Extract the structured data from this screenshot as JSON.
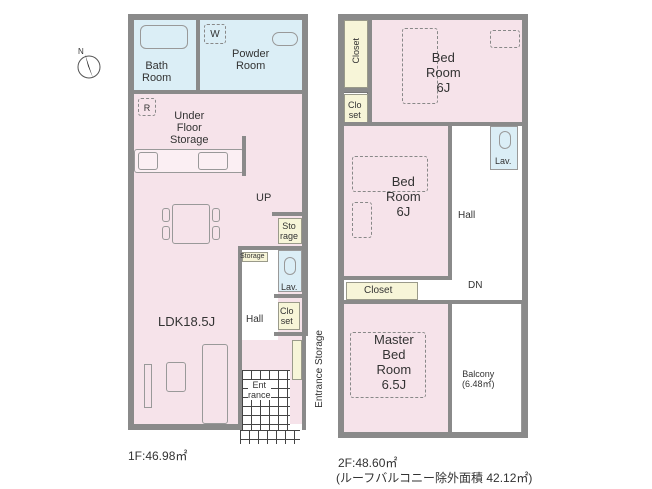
{
  "compass": {
    "label": "N",
    "icon": "north-arrow-icon"
  },
  "floor1": {
    "area_label": "1F:46.98㎡",
    "rooms": {
      "bath": "Bath\nRoom",
      "bath_line1": "Bath",
      "bath_line2": "Room",
      "powder_line1": "Powder",
      "powder_line2": "Room",
      "washer": "W",
      "fridge": "R",
      "under_line1": "Under",
      "under_line2": "Floor",
      "under_line3": "Storage",
      "up": "UP",
      "storage1_line1": "Sto",
      "storage1_line2": "rage",
      "storage2": "Storage",
      "lav": "Lav.",
      "closet_line1": "Clo",
      "closet_line2": "set",
      "ldk": "LDK18.5J",
      "hall": "Hall",
      "entrance_line1": "Ent",
      "entrance_line2": "rance",
      "entrance_storage": "Entrance Storage"
    }
  },
  "floor2": {
    "area_label": "2F:48.60㎡",
    "area_note": "(ルーフバルコニー除外面積  42.12㎡)",
    "rooms": {
      "closet_v": "Closet",
      "closet_small_line1": "Clo",
      "closet_small_line2": "set",
      "bed1_line1": "Bed",
      "bed1_line2": "Room",
      "bed1_line3": "6J",
      "bed2_line1": "Bed",
      "bed2_line2": "Room",
      "bed2_line3": "6J",
      "lav": "Lav.",
      "hall": "Hall",
      "dn": "DN",
      "closet_h": "Closet",
      "master_line1": "Master",
      "master_line2": "Bed",
      "master_line3": "Room",
      "master_line4": "6.5J",
      "balcony_line1": "Balcony",
      "balcony_line2": "(6.48㎡)"
    }
  },
  "colors": {
    "wall": "#8a8a8a",
    "pink_room": "#f6e3ea",
    "wet_room": "#dbeef6",
    "storage": "#f7f5d8"
  }
}
